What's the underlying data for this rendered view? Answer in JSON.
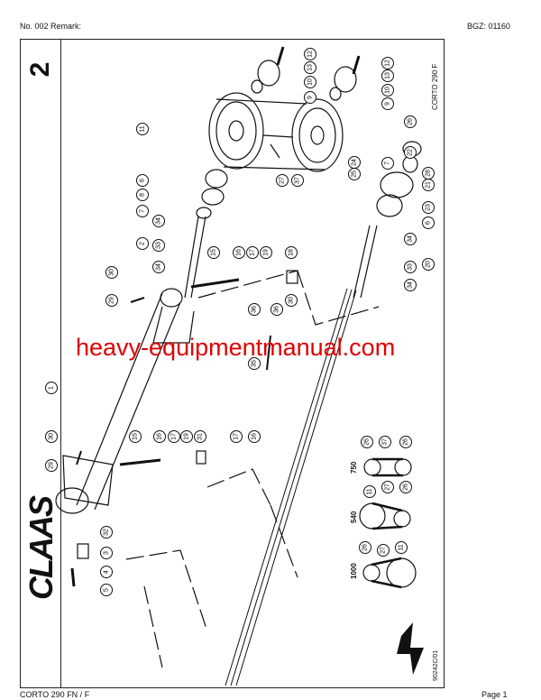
{
  "header": {
    "left": "No. 002   Remark:",
    "right": "BGZ: 01160"
  },
  "footer": {
    "left": "CORTO 290 FN / F",
    "right": "Page 1"
  },
  "diagram": {
    "section_number": "2",
    "model_label": "CORTO 290 F",
    "drawing_code": "90242C/01",
    "logo": "CLAAS",
    "callouts": [
      "12",
      "13",
      "10",
      "9",
      "12",
      "13",
      "10",
      "9",
      "11",
      "6",
      "8",
      "7",
      "34",
      "2",
      "33",
      "34",
      "30",
      "29",
      "15",
      "16",
      "17",
      "19",
      "18",
      "36",
      "36",
      "30",
      "35",
      "26",
      "22",
      "7",
      "24",
      "25",
      "28",
      "21",
      "23",
      "6",
      "34",
      "20",
      "33",
      "34",
      "27",
      "37",
      "1",
      "30",
      "29",
      "32",
      "3",
      "4",
      "5",
      "15",
      "16",
      "17",
      "19",
      "31",
      "17",
      "16"
    ],
    "ratios": [
      {
        "label": "750",
        "parts": [
          "26",
          "37",
          "26"
        ]
      },
      {
        "label": "540",
        "parts": [
          "11",
          "27",
          "26"
        ]
      },
      {
        "label": "1000",
        "parts": [
          "26",
          "27",
          "11"
        ]
      }
    ]
  },
  "watermark": "heavy-equipmentmanual.com",
  "colors": {
    "watermark": "#e00000",
    "lines": "#111111"
  }
}
